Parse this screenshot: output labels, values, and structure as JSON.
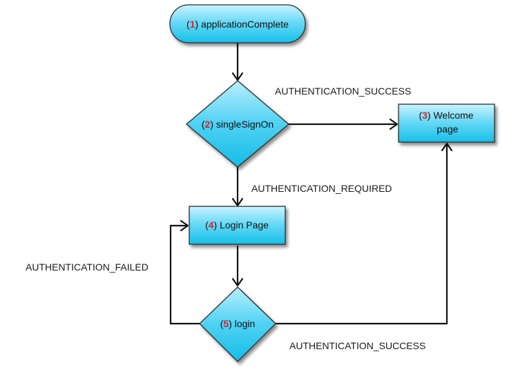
{
  "nodes": {
    "n1": {
      "number": "1",
      "label": "applicationComplete"
    },
    "n2": {
      "number": "2",
      "label": "singleSignOn"
    },
    "n3": {
      "number": "3",
      "label_line1": "Welcome",
      "label_line2": "page"
    },
    "n4": {
      "number": "4",
      "label": "Login Page"
    },
    "n5": {
      "number": "5",
      "label": "login"
    }
  },
  "edges": {
    "sso_success": "AUTHENTICATION_SUCCESS",
    "sso_required": "AUTHENTICATION_REQUIRED",
    "login_failed": "AUTHENTICATION_FAILED",
    "login_success": "AUTHENTICATION_SUCCESS"
  },
  "colors": {
    "node_fill_top": "#bff0ff",
    "node_fill_bottom": "#1ec4ec",
    "node_stroke": "#2a2a2a",
    "number_color": "#d9232e"
  }
}
